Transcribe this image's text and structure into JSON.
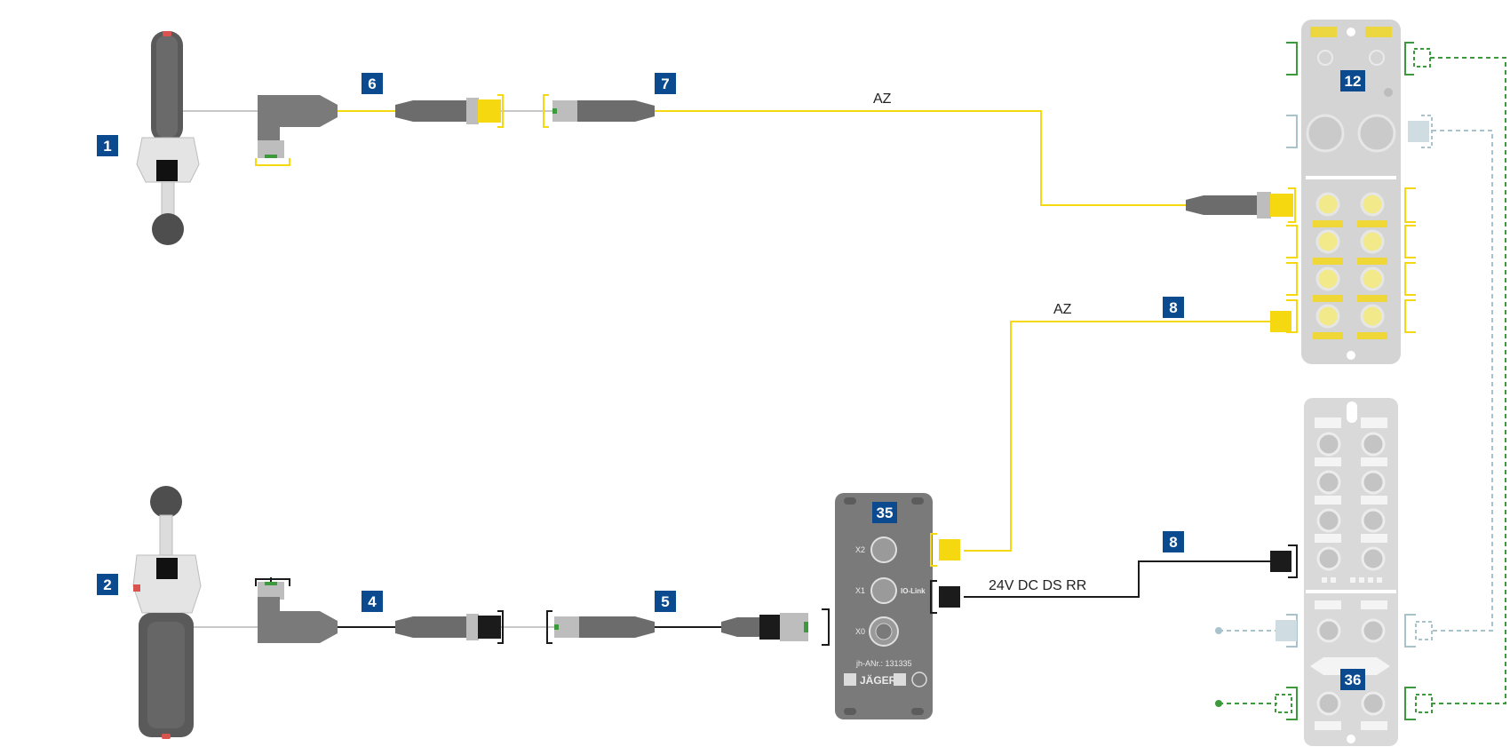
{
  "colors": {
    "badge": "#0b4a8f",
    "signal_yellow": "#f5d80f",
    "power_black": "#1b1b1b",
    "module_grey": "#cfcfcf",
    "ground_green": "#3c9a3c",
    "light_blue": "#a9c3cc",
    "cable_grey": "#c8c8c8",
    "box_grey": "#7a7a7a"
  },
  "badges": {
    "b1": "1",
    "b2": "2",
    "b4": "4",
    "b5": "5",
    "b6": "6",
    "b7": "7",
    "b8a": "8",
    "b8b": "8",
    "b12": "12",
    "b35": "35",
    "b36": "36"
  },
  "wire_labels": {
    "az_top": "AZ",
    "az_mid": "AZ",
    "power": "24V DC DS RR"
  },
  "box35": {
    "port_x2": "X2",
    "port_x1": "X1",
    "port_x0": "X0",
    "iolink": "IO-Link",
    "article": "jh-ANr.: 131335",
    "brand": "JÄGER"
  },
  "icons": {
    "handle": "hand-grip-icon",
    "connector": "m12-connector-icon",
    "module": "io-module-icon",
    "hub": "io-link-hub-icon"
  }
}
